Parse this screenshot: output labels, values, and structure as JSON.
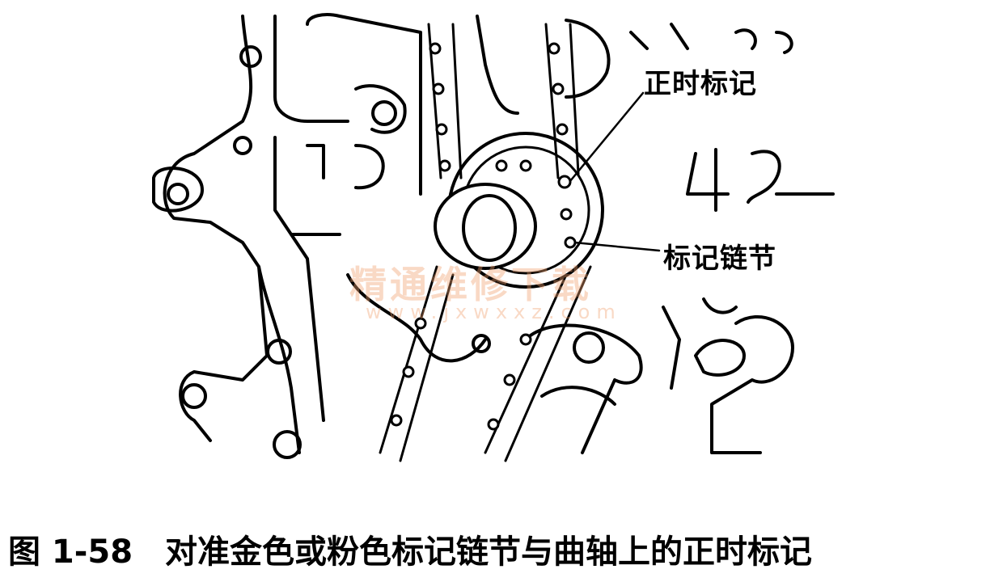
{
  "callouts": {
    "timing_mark": "正时标记",
    "marked_link": "标记链节"
  },
  "engine_number": "4",
  "caption": {
    "number": "图 1-58",
    "text": "对准金色或粉色标记链节与曲轴上的正时标记"
  },
  "watermark": {
    "text": "精通维修下载",
    "url": "www.jxwxxz.com"
  },
  "colors": {
    "line": "#000000",
    "background": "#ffffff",
    "watermark": "#f0a06e"
  }
}
